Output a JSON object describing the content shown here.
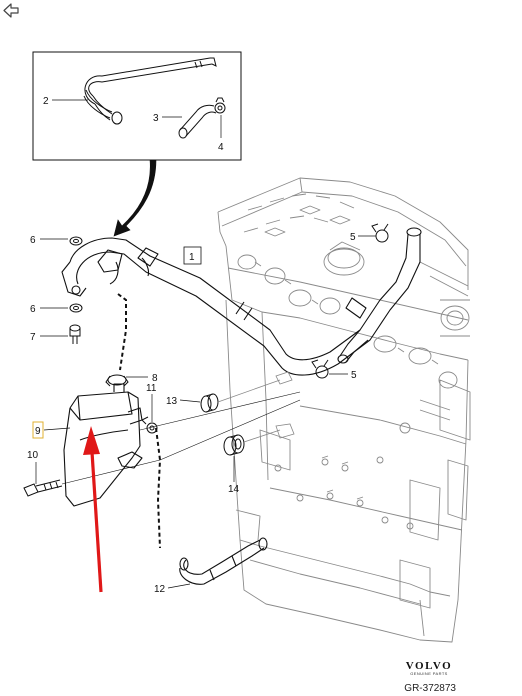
{
  "nav": {
    "back_icon": "back-arrow-icon"
  },
  "callouts": {
    "c1": "1",
    "c2": "2",
    "c3": "3",
    "c4": "4",
    "c5a": "5",
    "c5b": "5",
    "c6a": "6",
    "c6b": "6",
    "c7": "7",
    "c8": "8",
    "c9": "9",
    "c10": "10",
    "c11": "11",
    "c12": "12",
    "c13": "13",
    "c14": "14"
  },
  "brand": {
    "name": "VOLVO",
    "subtitle": "GENUINE PARTS"
  },
  "reference": "GR-372873",
  "colors": {
    "line": "#111111",
    "engine": "#8a8a8a",
    "highlight_box": "#e0b030",
    "arrow": "#e01818"
  }
}
